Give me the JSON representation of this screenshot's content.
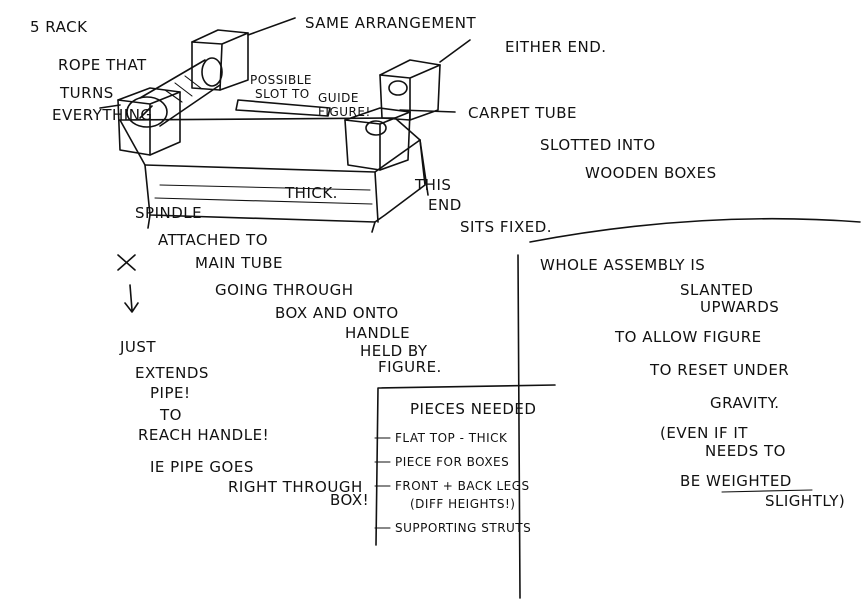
{
  "notes": {
    "rack": "5 RACK",
    "rope_1": "ROPE THAT",
    "rope_2": "TURNS",
    "rope_3": "EVERYTHING",
    "same_arrangement": "SAME ARRANGEMENT",
    "either_end": "EITHER END.",
    "possible_1": "POSSIBLE",
    "possible_2": "SLOT TO",
    "possible_3": "GUIDE",
    "possible_4": "FIGURE!",
    "carpet_tube": "CARPET TUBE",
    "slotted_into": "SLOTTED INTO",
    "wooden_boxes": "WOODEN BOXES",
    "spindle": "SPINDLE",
    "thick": "THICK.",
    "this_end_1": "THIS",
    "this_end_2": "END",
    "sits_fixed": "SITS FIXED.",
    "attached_to": "ATTACHED TO",
    "main_tube": "MAIN TUBE",
    "going_through": "GOING THROUGH",
    "box_and_onto": "BOX AND ONTO",
    "handle_held_by": "HANDLE",
    "held_by": "HELD BY",
    "figure": "FIGURE.",
    "just_extends": "JUST",
    "extends": "EXTENDS",
    "pipe": "PIPE!",
    "to": "TO",
    "reach_handle": "REACH HANDLE!",
    "ie_pipe_goes": "IE PIPE GOES",
    "right_through": "RIGHT THROUGH",
    "box": "BOX!"
  },
  "pieces_needed": {
    "title": "PIECES NEEDED",
    "items": [
      "FLAT TOP - THICK",
      "PIECE FOR BOXES",
      "FRONT + BACK LEGS",
      "(DIFF HEIGHTS!)",
      "SUPPORTING STRUTS"
    ]
  },
  "assembly": {
    "line1": "WHOLE ASSEMBLY IS",
    "line2": "SLANTED",
    "line3": "UPWARDS",
    "line4": "TO ALLOW FIGURE",
    "line5": "TO RESET UNDER",
    "line6": "GRAVITY.",
    "line7": "(EVEN IF IT",
    "line8": "NEEDS TO",
    "line9": "BE WEIGHTED",
    "line10": "SLIGHTLY)"
  }
}
